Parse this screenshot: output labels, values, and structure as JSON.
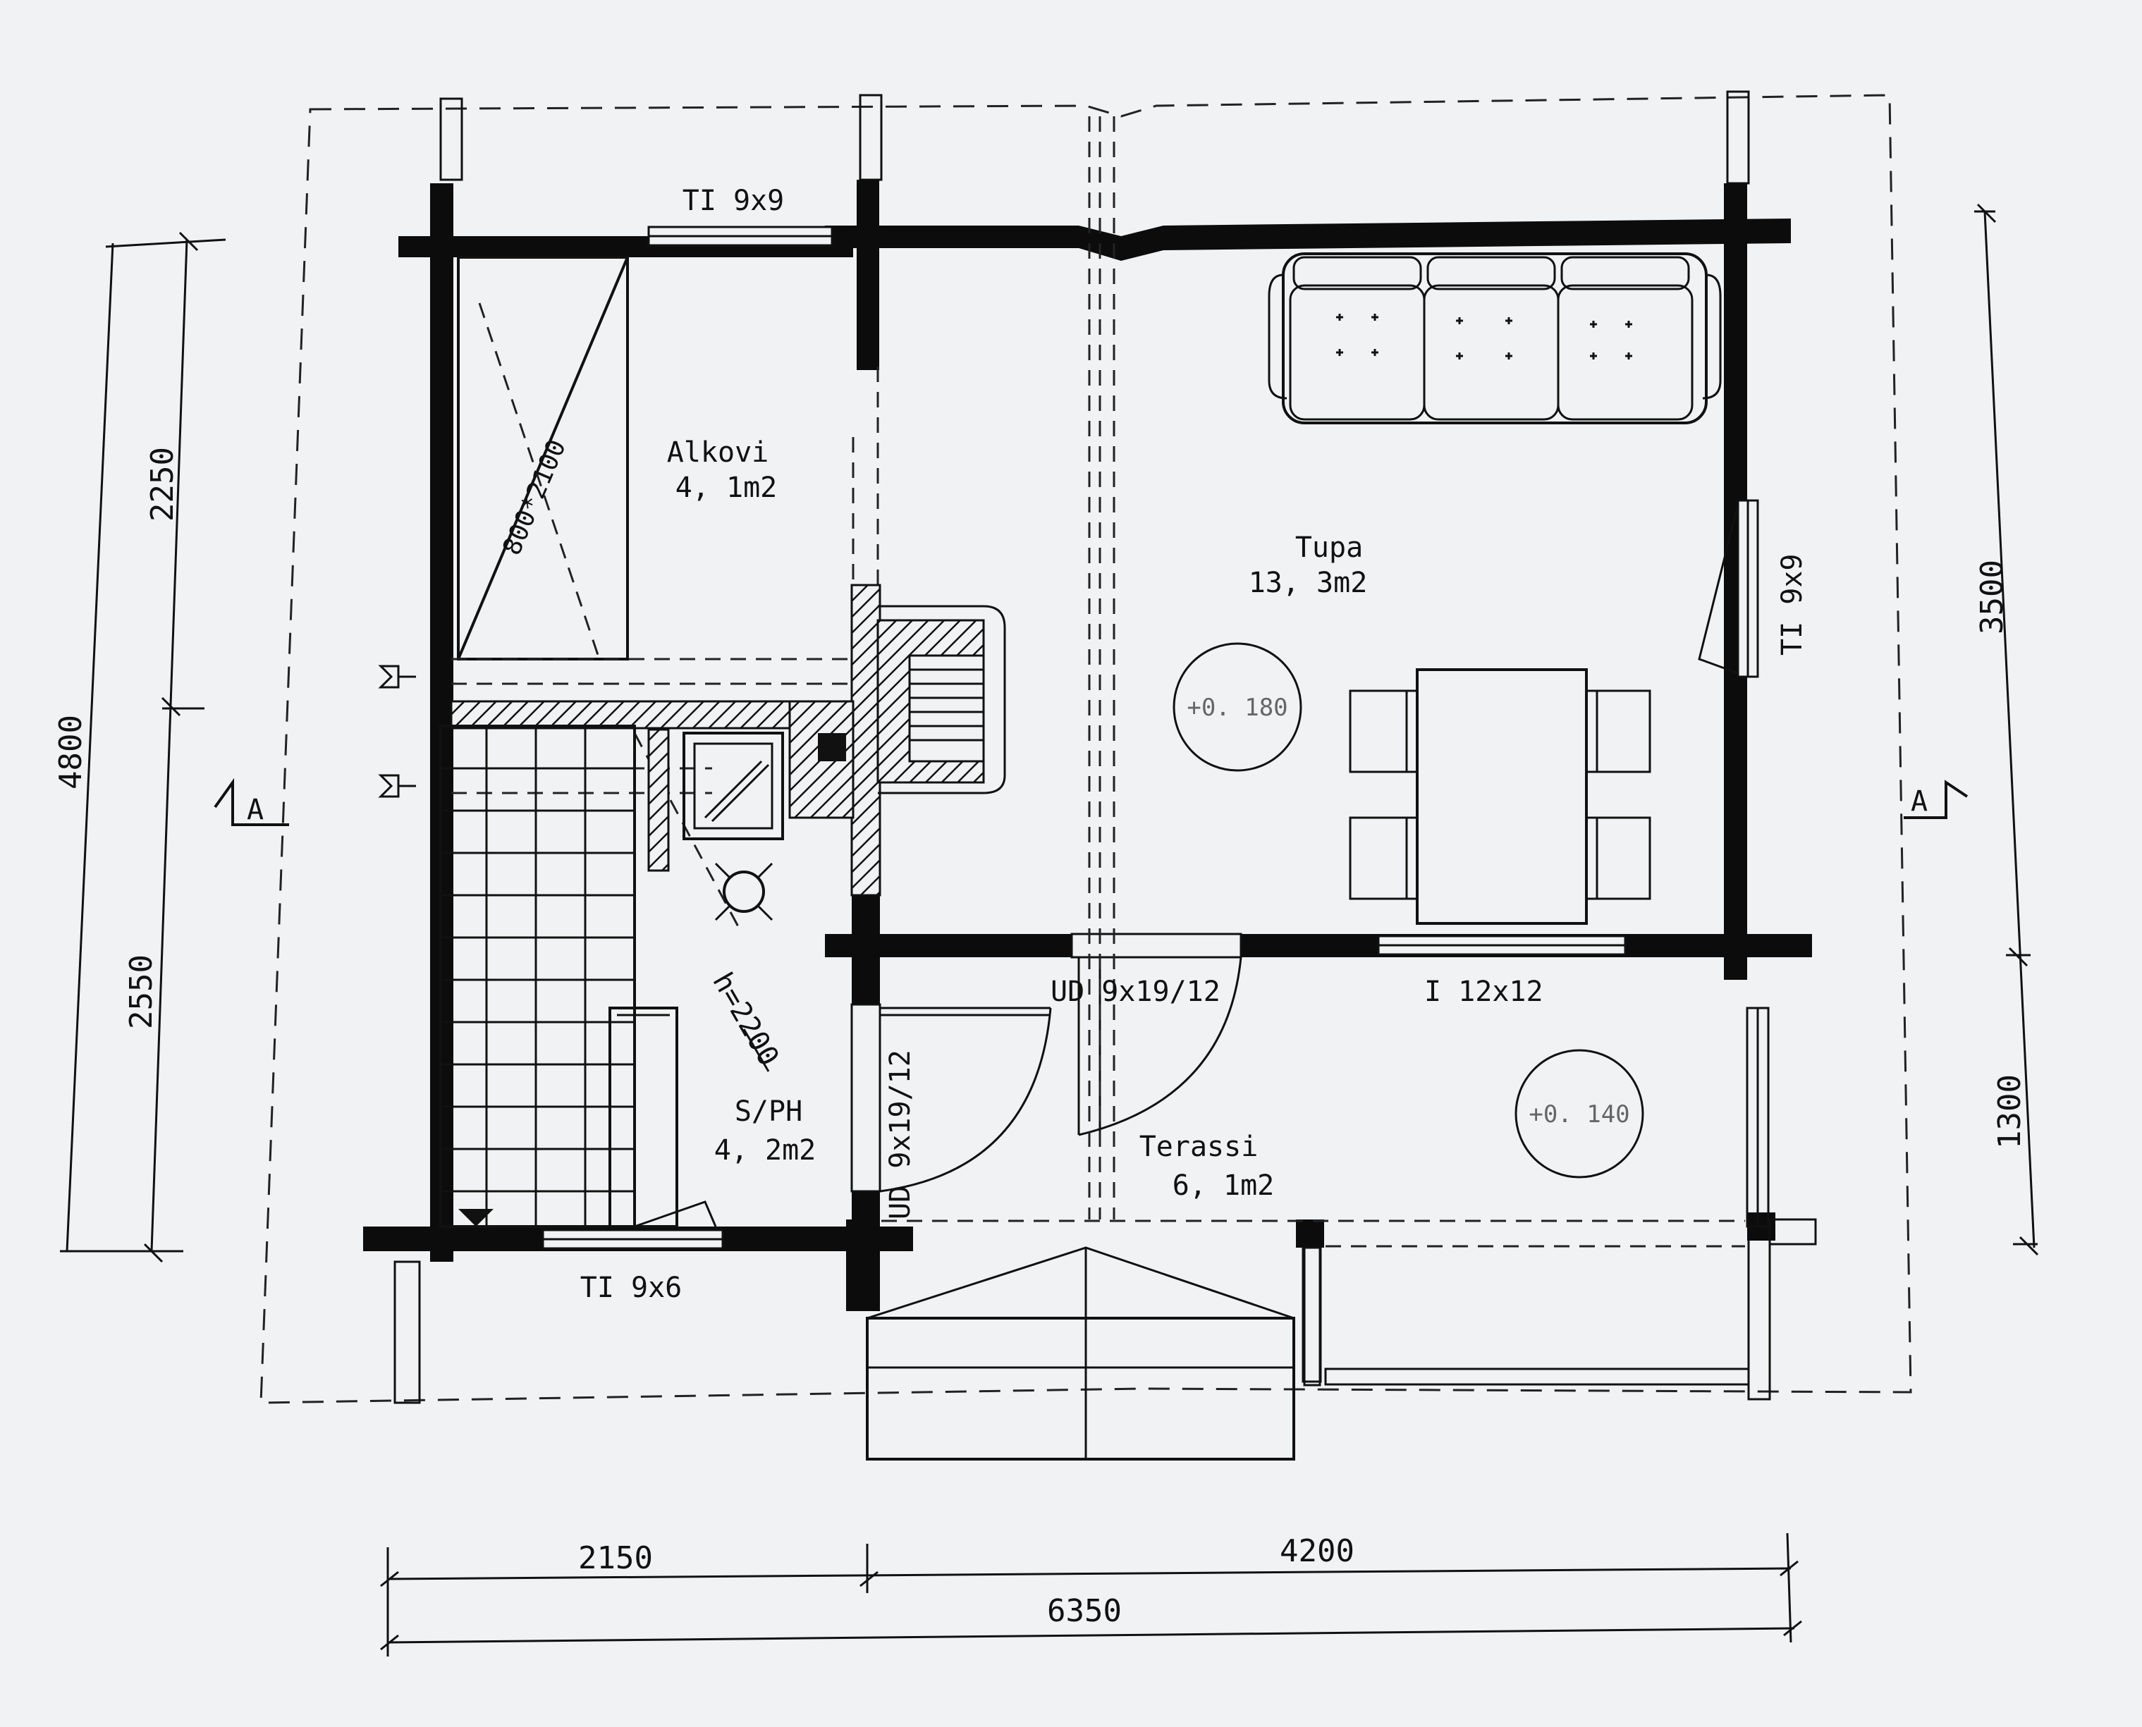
{
  "rooms": {
    "alkovi_name": "Alkovi",
    "alkovi_area": "4, 1m2",
    "tupa_name": "Tupa",
    "tupa_area": "13, 3m2",
    "sph_name": "S/PH",
    "sph_area": "4, 2m2",
    "terassi_name": "Terassi",
    "terassi_area": "6, 1m2"
  },
  "openings": {
    "window_top": "TI 9x9",
    "window_right": "TI 9x9",
    "window_bottom": "TI 9x6",
    "door_tupa": "UD 9x19/12",
    "door_sph": "UD 9x19/12",
    "window_terrace": "I 12x12"
  },
  "annotations": {
    "bed_size": "800*2100",
    "ceiling_height": "h=2200",
    "elev_tupa": "+0. 180",
    "elev_terassi": "+0. 140",
    "section_left": "A",
    "section_right": "A"
  },
  "dimensions": {
    "left_upper": "2250",
    "left_lower": "2550",
    "left_total": "4800",
    "right_upper": "3500",
    "right_lower": "1300",
    "bottom_left": "2150",
    "bottom_right": "4200",
    "bottom_total": "6350"
  }
}
